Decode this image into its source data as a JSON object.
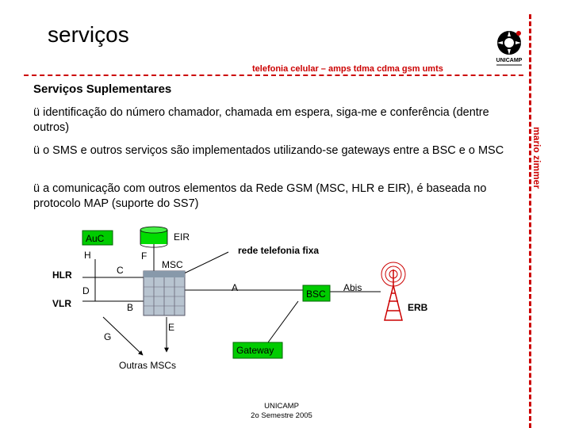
{
  "slide": {
    "title": "serviços",
    "subtitle": "telefonia celular – amps tdma cdma gsm umts",
    "author": "mario zimmer",
    "logo_text": "UNICAMP"
  },
  "content": {
    "heading": "Serviços Suplementares",
    "bullets": [
      "ü identificação do número chamador, chamada em espera, siga-me e conferência (dentre outros)",
      "ü o SMS e outros serviços são implementados utilizando-se gateways entre a BSC e o MSC",
      "ü a comunicação com outros elementos da Rede GSM (MSC, HLR e EIR), é baseada no protocolo MAP (suporte do SS7)"
    ]
  },
  "diagram": {
    "auc": "AuC",
    "eir": "EIR",
    "h": "H",
    "f": "F",
    "hlr": "HLR",
    "c": "C",
    "msc": "MSC",
    "d": "D",
    "vlr": "VLR",
    "b": "B",
    "a": "A",
    "bsc": "BSC",
    "abis": "Abis",
    "erb": "ERB",
    "e": "E",
    "g": "G",
    "rede_fixa": "rede telefonia fixa",
    "gateway": "Gateway",
    "outras_mscs": "Outras MSCs"
  },
  "footer": {
    "line1": "UNICAMP",
    "line2": "2o Semestre 2005"
  },
  "colors": {
    "accent": "#cc0000",
    "cylinder": "#00dd00",
    "box": "#00cc00"
  }
}
